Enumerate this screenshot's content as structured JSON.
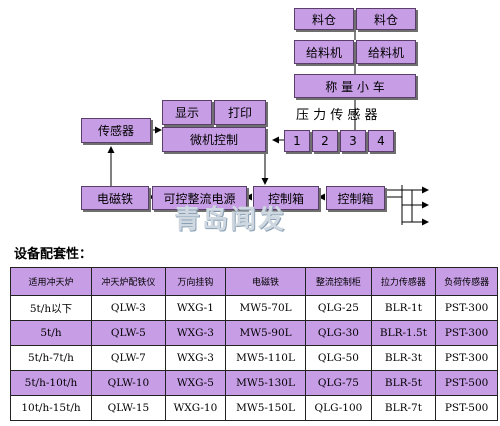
{
  "diagram": {
    "bin1": "料仓",
    "bin2": "料仓",
    "feeder1": "给料机",
    "feeder2": "给料机",
    "weigh_car": "称 量 小 车",
    "pressure_sensor": "压 力 传 感 器",
    "display": "显示",
    "print": "打印",
    "microcontrol": "微机控制",
    "sensor": "传感器",
    "sensor_ports": [
      "1",
      "2",
      "3",
      "4"
    ],
    "electromagnet": "电磁铁",
    "power_supply": "可控整流电源",
    "control_box1": "控制箱",
    "control_box2": "控制箱",
    "watermark": "青岛闻发"
  },
  "table_title": "设备配套性：",
  "table": {
    "headers": [
      "适用冲天炉",
      "冲天炉配铁仪",
      "万向挂钩",
      "电磁铁",
      "整流控制柜",
      "拉力传感器",
      "负荷传感器"
    ],
    "rows": [
      [
        "5t/h以下",
        "QLW-3",
        "WXG-1",
        "MW5-70L",
        "QLG-25",
        "BLR-1t",
        "PST-300"
      ],
      [
        "5t/h",
        "QLW-5",
        "WXG-3",
        "MW5-90L",
        "QLG-30",
        "BLR-1.5t",
        "PST-300"
      ],
      [
        "5t/h-7t/h",
        "QLW-7",
        "WXG-3",
        "MW5-110L",
        "QLG-50",
        "BLR-3t",
        "PST-300"
      ],
      [
        "5t/h-10t/h",
        "QLW-10",
        "WXG-5",
        "MW5-130L",
        "QLG-75",
        "BLR-5t",
        "PST-500"
      ],
      [
        "10t/h-15t/h",
        "QLW-15",
        "WXG-10",
        "MW5-150L",
        "QLG-100",
        "BLR-7t",
        "PST-500"
      ]
    ]
  }
}
